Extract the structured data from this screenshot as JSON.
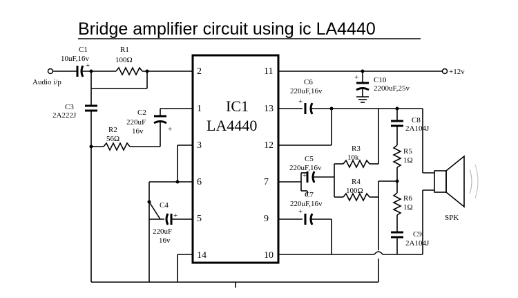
{
  "title": "Bridge amplifier circuit using ic LA4440",
  "ic": {
    "name": "IC1",
    "part": "LA4440",
    "pins": [
      "2",
      "1",
      "3",
      "6",
      "5",
      "14",
      "11",
      "13",
      "12",
      "7",
      "9",
      "10"
    ]
  },
  "terminals": {
    "input": "Audio i/p",
    "supply": "+12v"
  },
  "components": {
    "C1": {
      "ref": "C1",
      "value": "10uF,16v"
    },
    "R1": {
      "ref": "R1",
      "value": "100Ω"
    },
    "C3": {
      "ref": "C3",
      "value": "2A222J"
    },
    "C2": {
      "ref": "C2",
      "value": [
        "220uF",
        "16v"
      ]
    },
    "R2": {
      "ref": "R2",
      "value": "56Ω"
    },
    "C4": {
      "ref": "C4",
      "value": [
        "220uF",
        "16v"
      ]
    },
    "C10": {
      "ref": "C10",
      "value": "2200uF,25v"
    },
    "C6": {
      "ref": "C6",
      "value": "220uF,16v"
    },
    "C5": {
      "ref": "C5",
      "value": "220uF,16v"
    },
    "C7": {
      "ref": "C7",
      "value": "220uF,16v"
    },
    "R3": {
      "ref": "R3",
      "value": "10k"
    },
    "R4": {
      "ref": "R4",
      "value": "100Ω"
    },
    "C8": {
      "ref": "C8",
      "value": "2A104J"
    },
    "R5": {
      "ref": "R5",
      "value": "1Ω"
    },
    "R6": {
      "ref": "R6",
      "value": "1Ω"
    },
    "C9": {
      "ref": "C9",
      "value": "2A104J"
    },
    "SPK": {
      "ref": "SPK"
    }
  },
  "polarity": "+"
}
